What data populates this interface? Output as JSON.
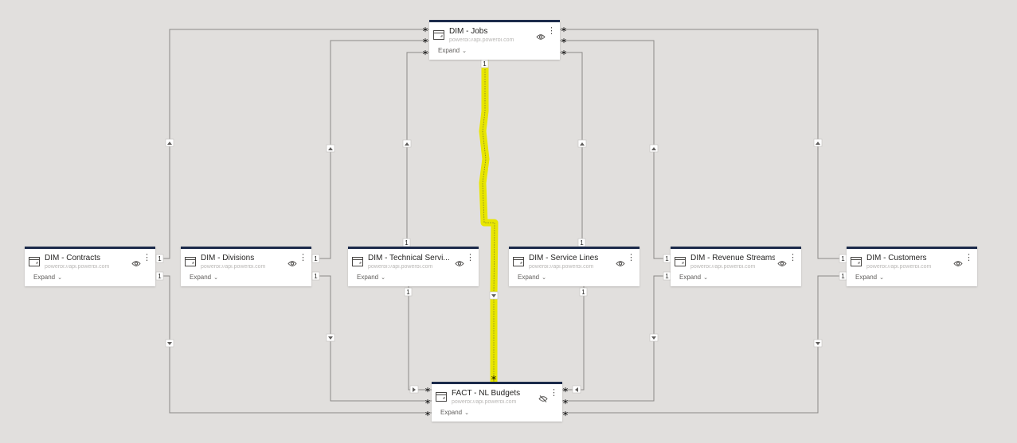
{
  "tables": {
    "jobs": {
      "title": "DIM - Jobs",
      "sub": "powerbi://api.powerbi.com",
      "expand": "Expand",
      "icon": "table-icon",
      "visibility_icon": "eye-icon"
    },
    "contracts": {
      "title": "DIM - Contracts",
      "sub": "powerbi://api.powerbi.com",
      "expand": "Expand",
      "icon": "table-icon",
      "visibility_icon": "eye-icon"
    },
    "divisions": {
      "title": "DIM - Divisions",
      "sub": "powerbi://api.powerbi.com",
      "expand": "Expand",
      "icon": "table-icon",
      "visibility_icon": "eye-icon"
    },
    "techserv": {
      "title": "DIM - Technical Servi...",
      "sub": "powerbi://api.powerbi.com",
      "expand": "Expand",
      "icon": "table-icon",
      "visibility_icon": "eye-icon"
    },
    "servlines": {
      "title": "DIM - Service Lines",
      "sub": "powerbi://api.powerbi.com",
      "expand": "Expand",
      "icon": "table-icon",
      "visibility_icon": "eye-icon"
    },
    "revstreams": {
      "title": "DIM - Revenue Streams",
      "sub": "powerbi://api.powerbi.com",
      "expand": "Expand",
      "icon": "table-icon",
      "visibility_icon": "eye-icon"
    },
    "customers": {
      "title": "DIM - Customers",
      "sub": "powerbi://api.powerbi.com",
      "expand": "Expand",
      "icon": "table-icon",
      "visibility_icon": "eye-icon"
    },
    "budgets": {
      "title": "FACT - NL Budgets",
      "sub": "powerbi://api.powerbi.com",
      "expand": "Expand",
      "icon": "table-icon",
      "visibility_icon": "eye-hidden-icon"
    }
  },
  "cardinality": {
    "one": "1",
    "many": "*"
  },
  "colors": {
    "canvas": "#e1dfdd",
    "line": "#8a8886",
    "header_bar": "#1b2a4a",
    "highlight": "#e8e600"
  },
  "more_glyph": "⋮",
  "chevron_glyph": "⌄"
}
